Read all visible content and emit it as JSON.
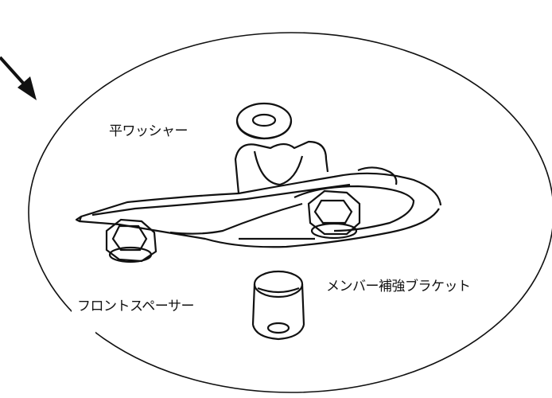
{
  "labels": {
    "flat_washer": "平ワッシャー",
    "front_spacer": "フロントスペーサー",
    "member_bracket": "メンバー補強ブラケット"
  },
  "colors": {
    "line": "#111111",
    "background": "#ffffff"
  }
}
